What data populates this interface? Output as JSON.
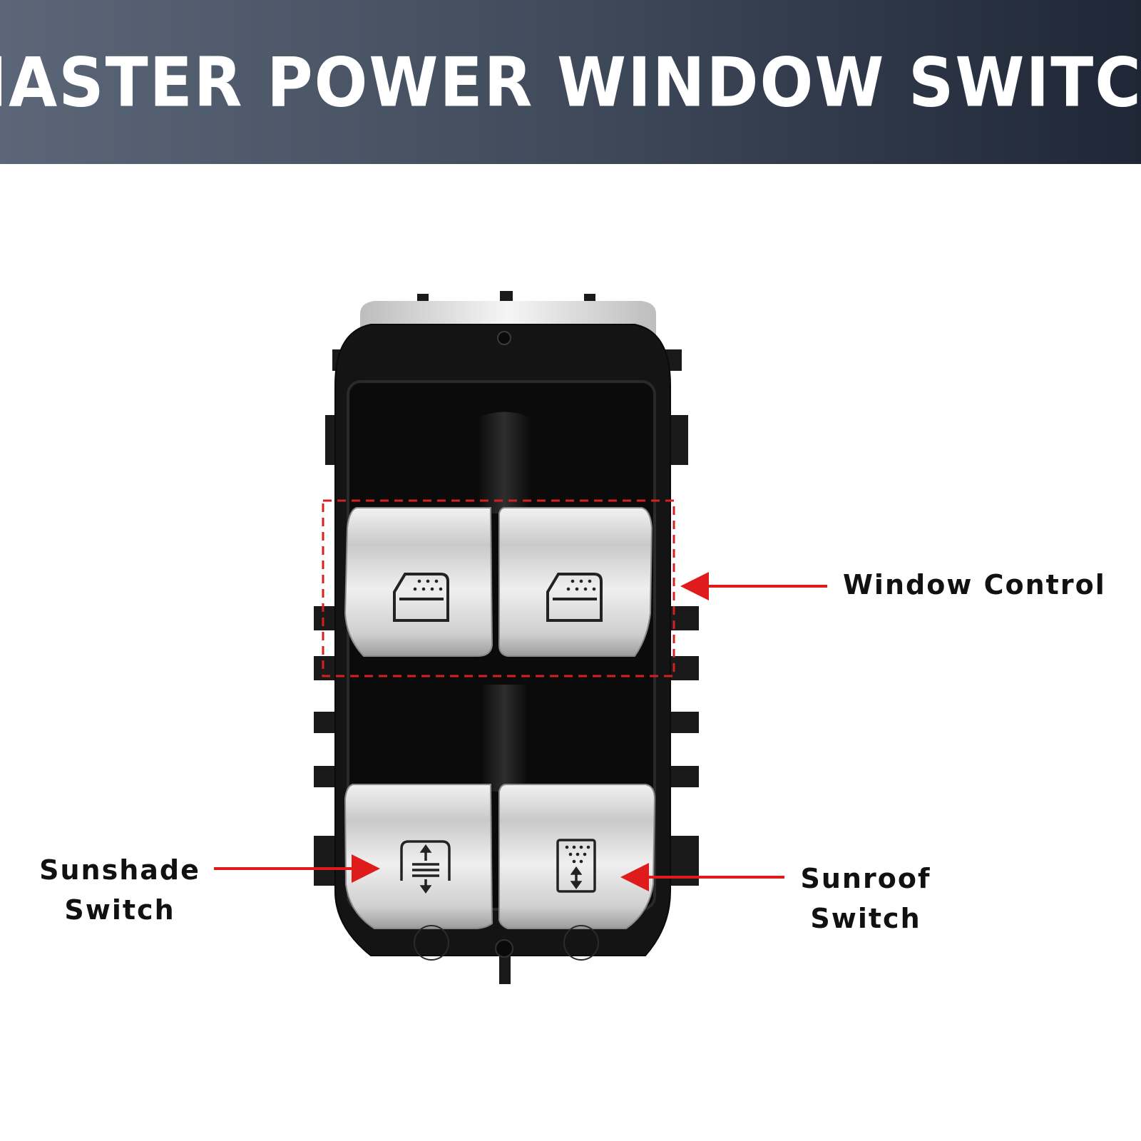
{
  "banner": {
    "title": "MASTER POWER WINDOW SWITCH"
  },
  "callouts": {
    "window_control": "Window Control",
    "sunshade_line1": "Sunshade",
    "sunshade_line2": "Switch",
    "sunroof_line1": "Sunroof",
    "sunroof_line2": "Switch"
  },
  "colors": {
    "banner_left": "#5b6778",
    "banner_right": "#1f2736",
    "housing": "#141414",
    "button_silver": "#d9d9d9",
    "callout_red": "#e01b1b"
  },
  "icons": {
    "window_left": "window-glass-icon",
    "window_right": "window-glass-icon",
    "sunshade": "sunshade-icon",
    "sunroof": "sunroof-icon"
  }
}
